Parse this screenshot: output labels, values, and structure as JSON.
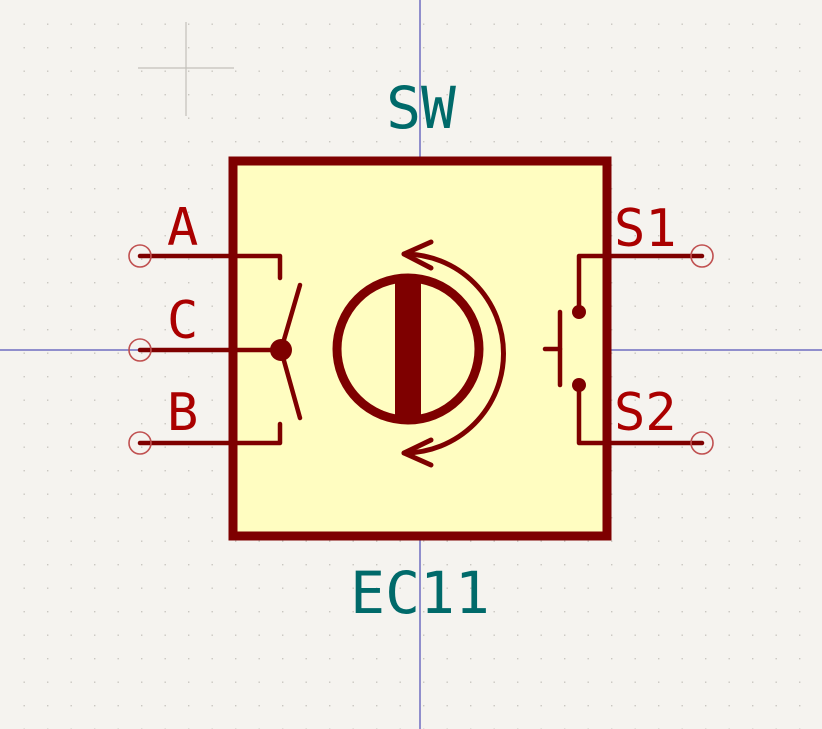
{
  "component": {
    "reference": "SW",
    "value": "EC11"
  },
  "pins": {
    "a": "A",
    "c": "C",
    "b": "B",
    "s1": "S1",
    "s2": "S2"
  },
  "colors": {
    "background": "#f5f3ef",
    "grid_dot": "#c9c6c0",
    "crosshair": "#2a2aa8",
    "body_fill": "#fffdc1",
    "symbol": "#7e0000",
    "pin_label": "#aa0000",
    "field_text": "#006a6a",
    "pin_circle": "#c05050"
  },
  "icons": [
    "rotary-encoder-knob-icon",
    "rotation-arrow-icon",
    "push-switch-icon"
  ]
}
